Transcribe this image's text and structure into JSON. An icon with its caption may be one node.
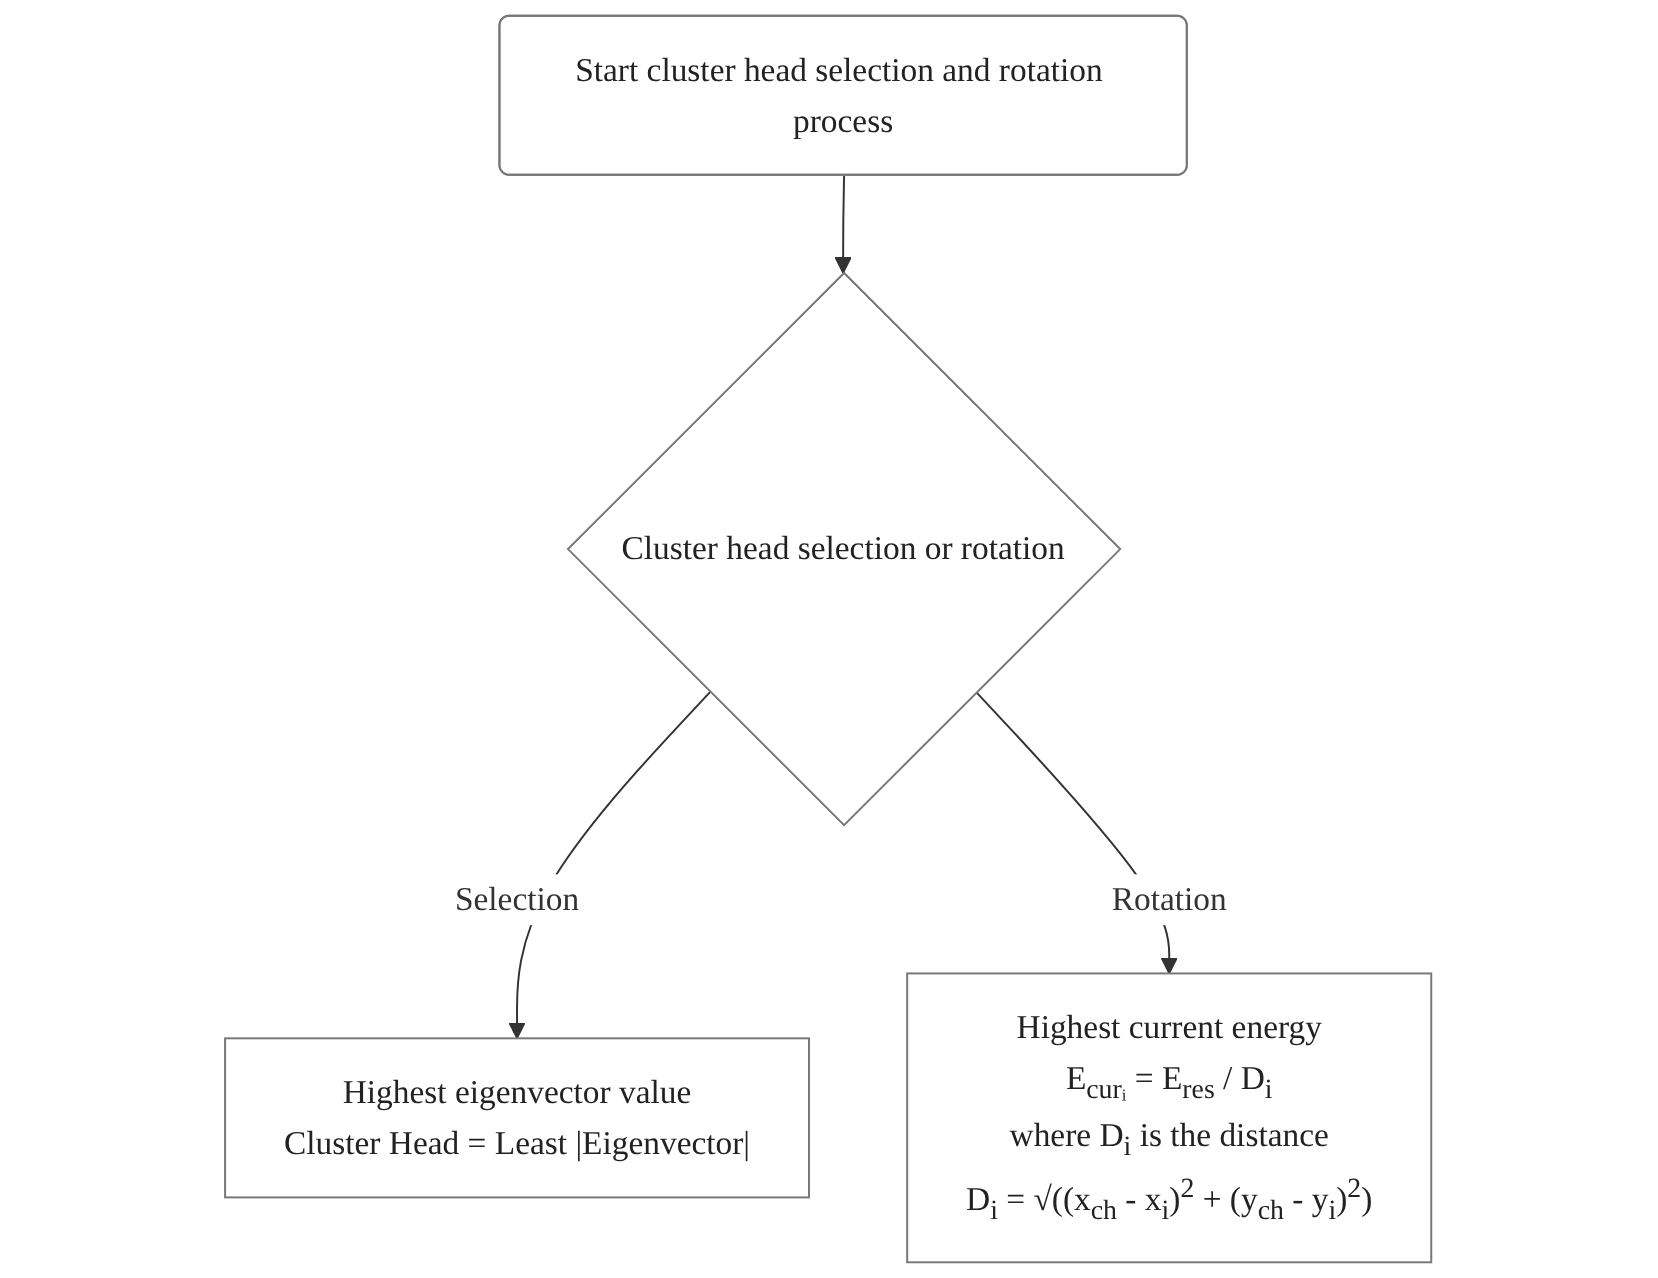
{
  "diagram": {
    "nodes": [
      {
        "text": [
          "Start cluster head selection and rotation process"
        ]
      },
      {
        "text": [
          "Cluster head selection or rotation"
        ]
      },
      {
        "text": [
          "Highest eigenvector value",
          "Cluster Head = Least |Eigenvector|"
        ]
      },
      {
        "text": [
          "Highest current energy",
          "E$_{curᵢ}$ = E$_{res}$ / D$_{i}$",
          "where D$_{i}$ is the distance",
          "D$_{i}$ = √((x$_{ch}$ - x$_{i}$)$^{2}$ + (y$_{ch}$ - y$_{i}$)$^{2}$)"
        ]
      }
    ],
    "edges": [
      {
        "from": 0,
        "to": 1,
        "arrow": "to"
      },
      {
        "from": 1,
        "to": 2,
        "arrow": "to",
        "label": "Selection"
      },
      {
        "from": 1,
        "to": 3,
        "arrow": "to",
        "label": "Rotation"
      }
    ]
  }
}
